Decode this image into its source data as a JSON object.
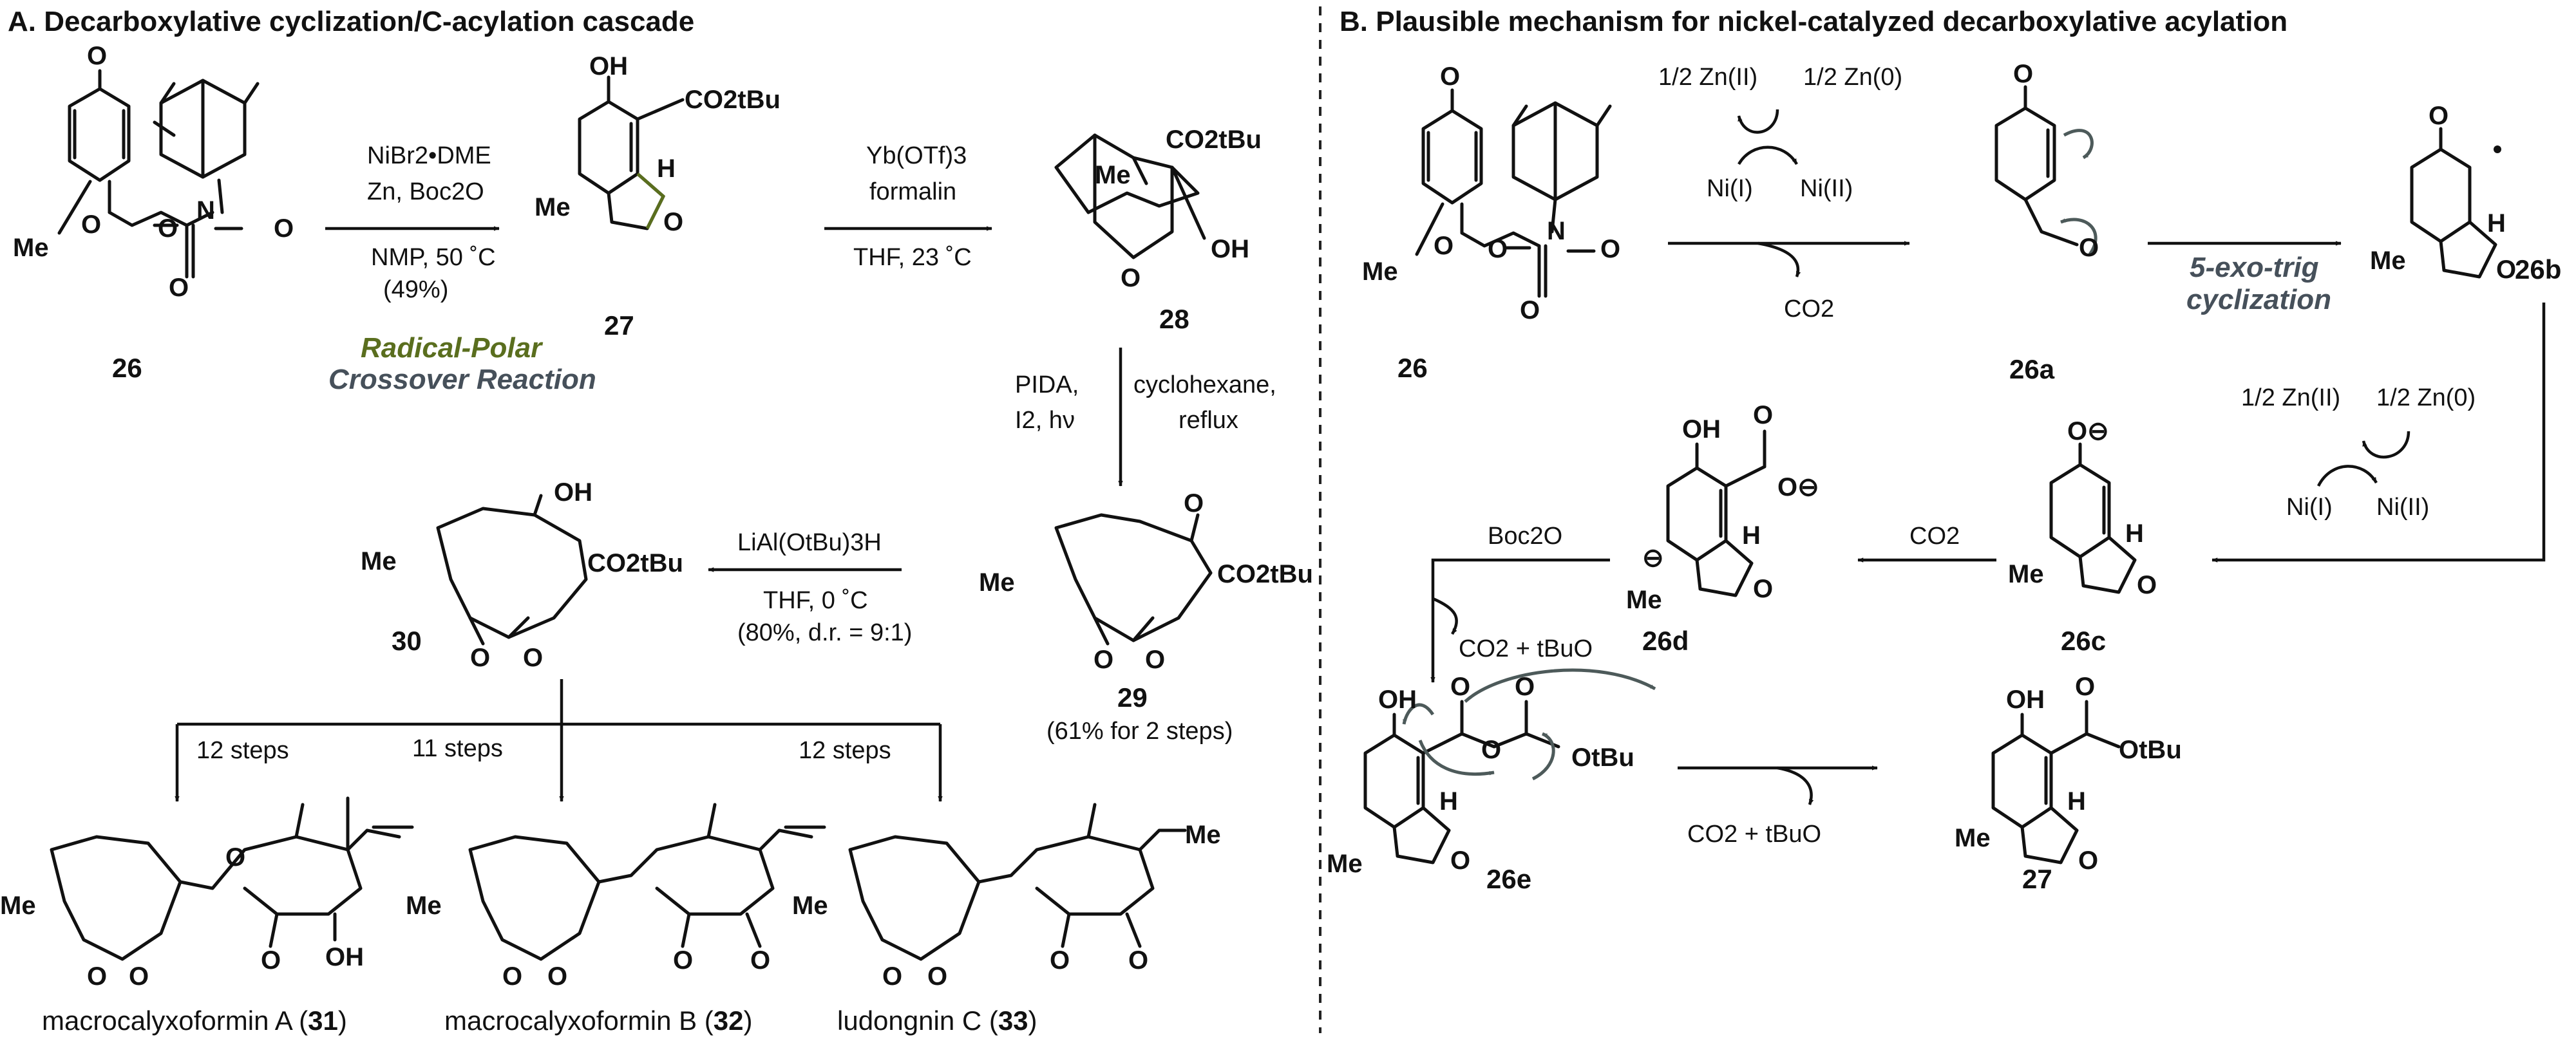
{
  "panels": {
    "a_title": "A. Decarboxylative cyclization/C-acylation cascade",
    "b_title": "B. Plausible mechanism for nickel-catalyzed decarboxylative acylation"
  },
  "colors": {
    "radical_label": "#5a6e1e",
    "crossover_label": "#46505a",
    "curved_arrow": "#4d5a5a",
    "divider": "#222222"
  },
  "compounds": {
    "c26": "26",
    "c27": "27",
    "c28": "28",
    "c29": "29",
    "c30": "30",
    "c26a": "26a",
    "c26b": "26b",
    "c26c": "26c",
    "c26d": "26d",
    "c26e": "26e",
    "c26_b": "26",
    "c27_b": "27"
  },
  "atoms": {
    "O": "O",
    "OH": "OH",
    "Me": "Me",
    "H": "H",
    "N": "N",
    "CO2tBu": "CO2tBu",
    "OtBu": "OtBu",
    "tBu": "tBu",
    "O_minus": "O⊖",
    "minus": "⊖"
  },
  "conditions": {
    "step1_l1": "NiBr2•DME",
    "step1_l2": "Zn, Boc2O",
    "step1_l3": "NMP, 50 ˚C",
    "step1_l4": "(49%)",
    "radical_polar": "Radical-Polar",
    "crossover": "Crossover Reaction",
    "step2_l1": "Yb(OTf)3",
    "step2_l2": "formalin",
    "step2_l3": "THF, 23 ˚C",
    "step3_left_l1": "PIDA,",
    "step3_left_l2": "I2, hν",
    "step3_right_l1": "cyclohexane,",
    "step3_right_l2": "reflux",
    "step4_l1": "LiAl(OtBu)3H",
    "step4_l2": "THF, 0 ˚C",
    "step4_l3": "(80%, d.r. = 9:1)",
    "yield29": "(61% for 2 steps)",
    "steps_a": "12 steps",
    "steps_b": "11 steps",
    "steps_c": "12 steps"
  },
  "products": {
    "p31_name": "macrocalyxoformin A (",
    "p31_num": "31",
    "p31_close": ")",
    "p32_name": "macrocalyxoformin B (",
    "p32_num": "32",
    "p32_close": ")",
    "p33_name": "ludongnin C (",
    "p33_num": "33",
    "p33_close": ")"
  },
  "mechanism": {
    "zn_ii_top": "1/2 Zn(II)",
    "zn_0_top": "1/2 Zn(0)",
    "ni_i_top": "Ni(I)",
    "ni_ii_top": "Ni(II)",
    "co2_top": "CO2",
    "cyclization_l1": "5-exo-trig",
    "cyclization_l2": "cyclization",
    "zn_ii_right": "1/2 Zn(II)",
    "zn_0_right": "1/2 Zn(0)",
    "ni_i_right": "Ni(I)",
    "ni_ii_right": "Ni(II)",
    "co2_mid": "CO2",
    "boc2o": "Boc2O",
    "co2_tbuo_1": "CO2 + tBuO",
    "co2_tbuo_2": "CO2 + tBuO"
  }
}
